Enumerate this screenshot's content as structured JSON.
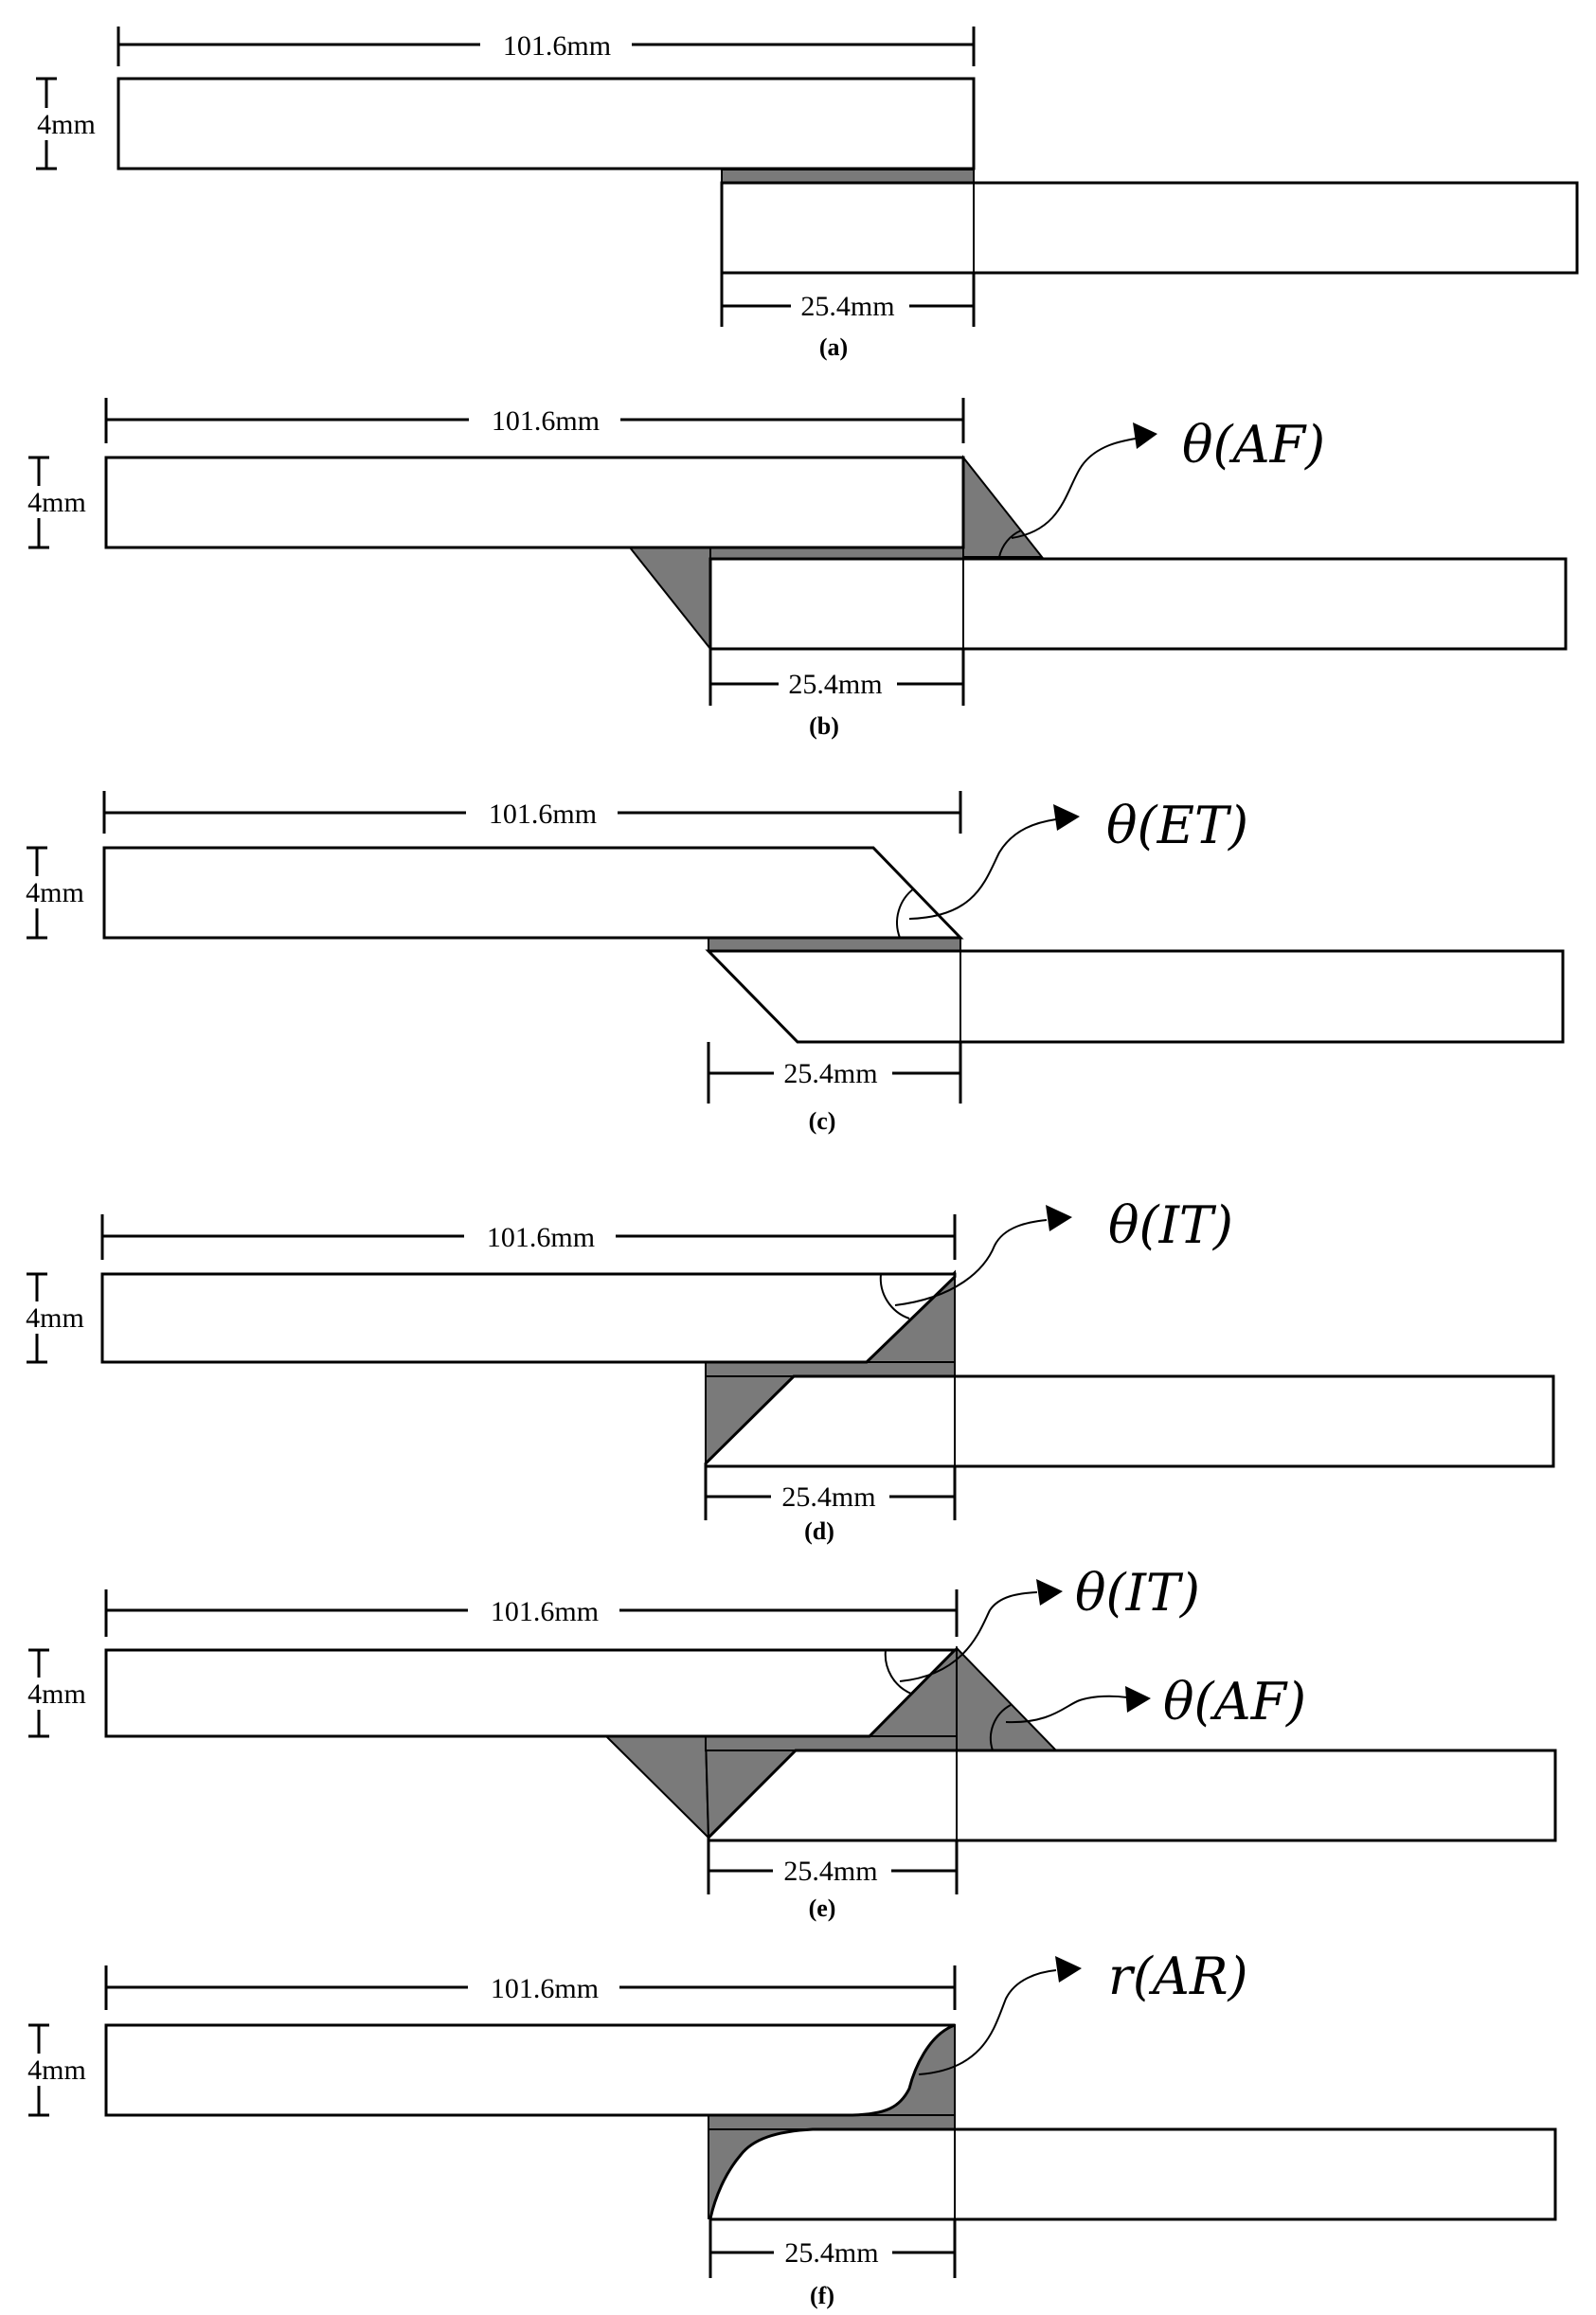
{
  "dimensions": {
    "overall_length": "101.6mm",
    "thickness": "4mm",
    "overlap_length": "25.4mm"
  },
  "panels": [
    {
      "id": "a",
      "caption": "(a)",
      "parameters": []
    },
    {
      "id": "b",
      "caption": "(b)",
      "parameters": [
        {
          "symbol": "θ",
          "subscript": "(AF)"
        }
      ]
    },
    {
      "id": "c",
      "caption": "(c)",
      "parameters": [
        {
          "symbol": "θ",
          "subscript": "(ET)"
        }
      ]
    },
    {
      "id": "d",
      "caption": "(d)",
      "parameters": [
        {
          "symbol": "θ",
          "subscript": "(IT)"
        }
      ]
    },
    {
      "id": "e",
      "caption": "(e)",
      "parameters": [
        {
          "symbol": "θ",
          "subscript": "(IT)"
        },
        {
          "symbol": "θ",
          "subscript": "(AF)"
        }
      ]
    },
    {
      "id": "f",
      "caption": "(f)",
      "parameters": [
        {
          "symbol": "r",
          "subscript": "(AR)"
        }
      ]
    }
  ],
  "colors": {
    "adhesive": "#7a7a7a",
    "adherend": "#ffffff",
    "line": "#000000"
  }
}
